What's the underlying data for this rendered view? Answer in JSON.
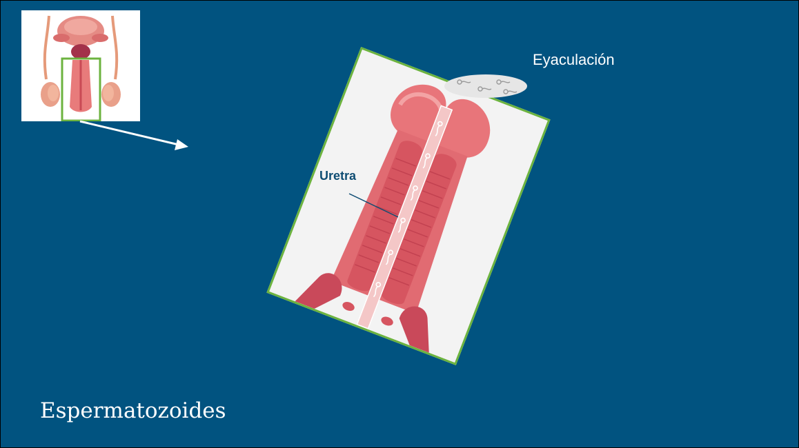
{
  "slide": {
    "title": "Espermatozoides",
    "background_color": "#015380"
  },
  "labels": {
    "eyaculacion": "Eyaculación",
    "uretra": "Uretra"
  },
  "colors": {
    "highlight_border": "#6cb33f",
    "tissue": "#e8757a",
    "tissue_dark": "#b83b45",
    "urethra_label": "#0f4d73"
  },
  "icons": {
    "thumbnail": "male-reproductive-system-illustration",
    "detail": "penis-cross-section-illustration",
    "arrow": "arrow-right-icon",
    "sperm": "sperm-icon"
  }
}
